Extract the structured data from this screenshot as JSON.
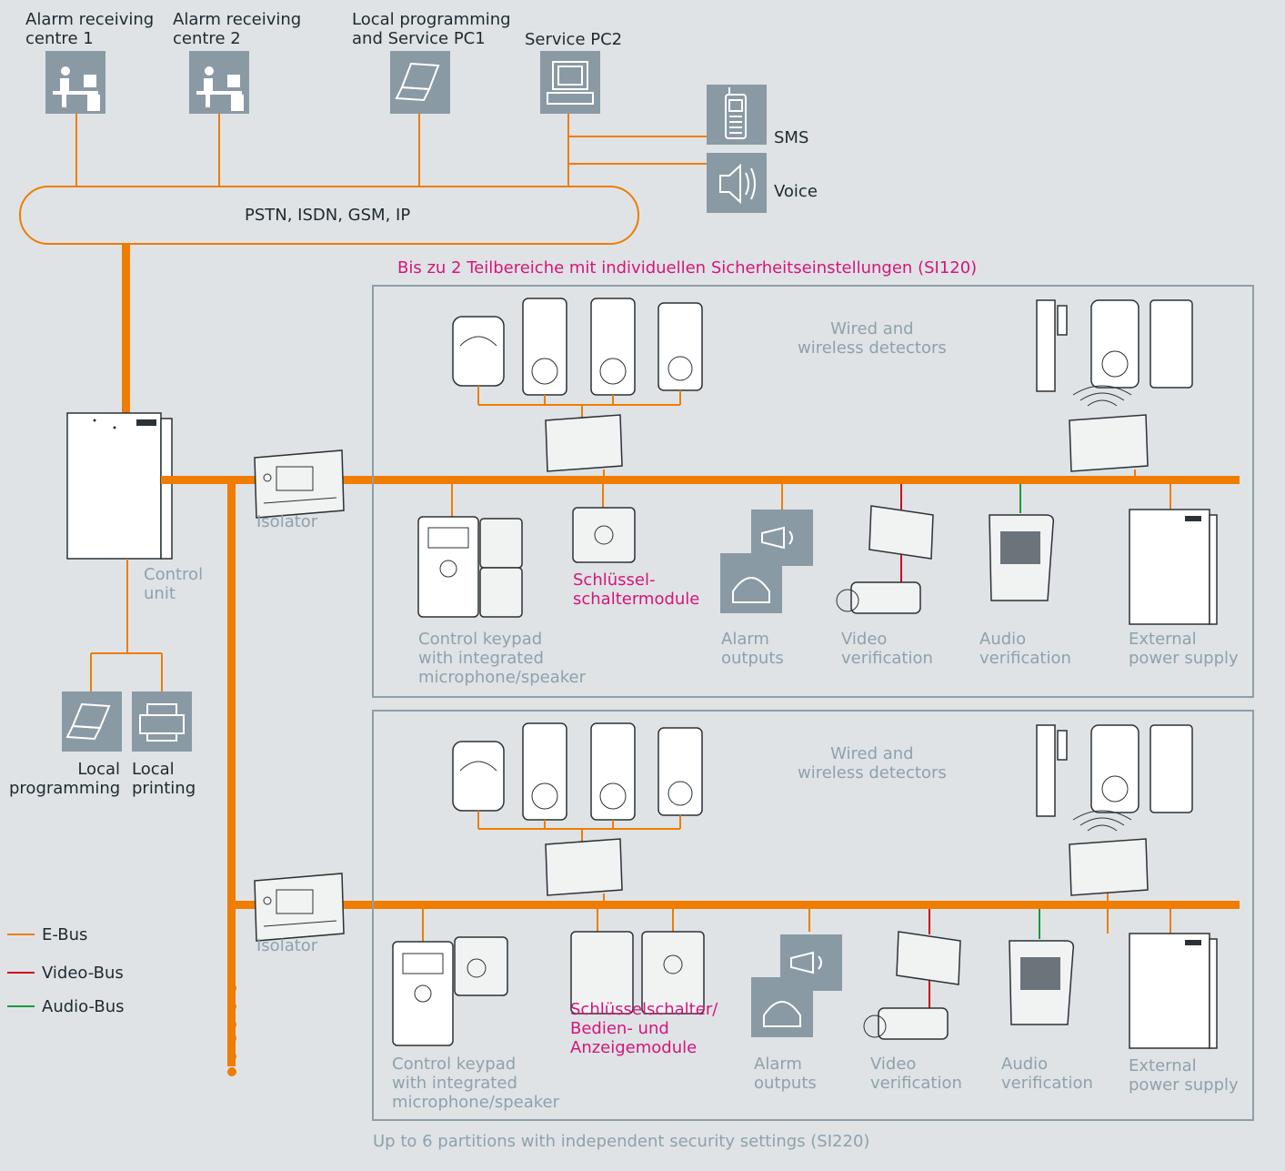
{
  "top": {
    "arc1": "Alarm receiving\ncentre 1",
    "arc2": "Alarm receiving\ncentre 2",
    "local_pc1": "Local programming\nand Service PC1",
    "service_pc2": "Service PC2",
    "sms": "SMS",
    "voice": "Voice",
    "network": "PSTN, ISDN, GSM, IP"
  },
  "left": {
    "control_unit": "Control\nunit",
    "local_programming": "Local\nprogramming",
    "local_printing": "Local\nprinting",
    "isolator1": "Isolator",
    "isolator2": "Isolator"
  },
  "partition1": {
    "title": "Bis zu 2 Teilbereiche mit individuellen Sicherheitseinstellungen (SI120)",
    "detectors": "Wired and\nwireless detectors",
    "keypad": "Control keypad\nwith integrated\nmicrophone/speaker",
    "keyswitch": "Schlüssel-\nschaltermodule",
    "alarm_outputs": "Alarm\noutputs",
    "video": "Video\nverification",
    "audio": "Audio\nverification",
    "power": "External\npower supply"
  },
  "partition2": {
    "title": "Up to 6 partitions with independent security settings (SI220)",
    "detectors": "Wired and\nwireless detectors",
    "keypad": "Control keypad\nwith integrated\nmicrophone/speaker",
    "keyswitch": "Schlüsselschalter/\nBedien- und\nAnzeigemodule",
    "alarm_outputs": "Alarm\noutputs",
    "video": "Video\nverification",
    "audio": "Audio\nverification",
    "power": "External\npower supply"
  },
  "legend": {
    "ebus": "E-Bus",
    "videobus": "Video-Bus",
    "audiobus": "Audio-Bus"
  },
  "colors": {
    "ebus": "#ee7d00",
    "videobus": "#d0021b",
    "audiobus": "#1a9b3a",
    "accent": "#d6157a",
    "icon_box": "#8a9aa4",
    "panel_border": "#8e9ea8"
  }
}
